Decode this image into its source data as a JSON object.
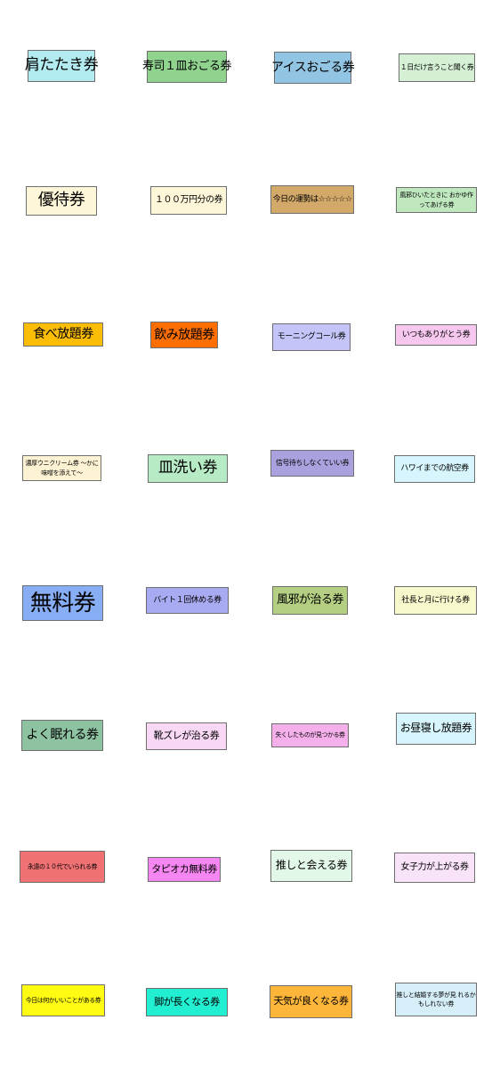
{
  "stamps": [
    {
      "text": "肩たたき券",
      "color": "#b3ecf0"
    },
    {
      "text": "寿司１皿おごる券",
      "color": "#8fd38f"
    },
    {
      "text": "アイスおごる券",
      "color": "#92c4e3"
    },
    {
      "text": "１日だけ言うこと聞く券",
      "color": "#d5f0d5"
    },
    {
      "text": "優待券",
      "color": "#fdf6d8"
    },
    {
      "text": "１００万円分の券",
      "color": "#fdf6d8"
    },
    {
      "text": "今日の運勢は☆☆☆☆☆",
      "color": "#d3a96a"
    },
    {
      "text": "風邪ひいたときに おかゆ作ってあげる券",
      "color": "#bfe8bf"
    },
    {
      "text": "食べ放題券",
      "color": "#fbbd05"
    },
    {
      "text": "飲み放題券",
      "color": "#ff6e00"
    },
    {
      "text": "モーニングコール券",
      "color": "#c4c4f8"
    },
    {
      "text": "いつもありがとう券",
      "color": "#f7c8ef"
    },
    {
      "text": "濃厚ウニクリーム券 ～かに味噌を添えて～",
      "color": "#fdf2d3"
    },
    {
      "text": "皿洗い券",
      "color": "#b6ebc6"
    },
    {
      "text": "信号待ちしなくていい券",
      "color": "#a9a2de"
    },
    {
      "text": "ハワイまでの航空券",
      "color": "#d6f5fd"
    },
    {
      "text": "無料券",
      "color": "#87aef5"
    },
    {
      "text": "バイト１回休める券",
      "color": "#a9abf2"
    },
    {
      "text": "風邪が治る券",
      "color": "#b4cf81"
    },
    {
      "text": "社長と月に行ける券",
      "color": "#f8f8cd"
    },
    {
      "text": "よく眠れる券",
      "color": "#8ec3a2"
    },
    {
      "text": "靴ズレが治る券",
      "color": "#f8d8f5"
    },
    {
      "text": "失くしたものが見つかる券",
      "color": "#f5b0ec"
    },
    {
      "text": "お昼寝し放題券",
      "color": "#d6f5fd"
    },
    {
      "text": "永遠の１０代でいられる券",
      "color": "#f07274"
    },
    {
      "text": "タピオカ無料券",
      "color": "#f586f2"
    },
    {
      "text": "推しと会える券",
      "color": "#e3f8e8"
    },
    {
      "text": "女子力が上がる券",
      "color": "#f8e3f8"
    },
    {
      "text": "今日は何かいいことがある券",
      "color": "#fffb12"
    },
    {
      "text": "脚が長くなる券",
      "color": "#22efd2"
    },
    {
      "text": "天気が良くなる券",
      "color": "#fdb53a"
    },
    {
      "text": "推しと結婚する夢が見 れるかもしれない券",
      "color": "#d6eef8"
    }
  ]
}
